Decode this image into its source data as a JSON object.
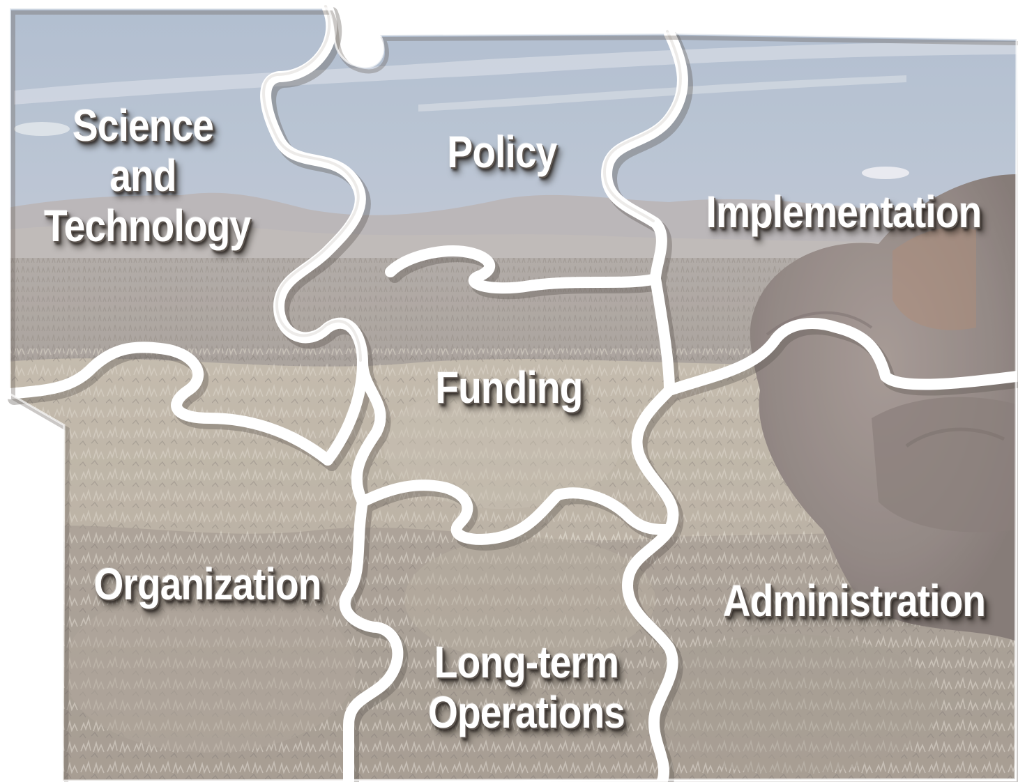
{
  "pieces": {
    "science": [
      "Science",
      "and",
      "Technology"
    ],
    "policy": "Policy",
    "implementation": "Implementation",
    "funding": "Funding",
    "organization": "Organization",
    "administration": "Administration",
    "longterm": [
      "Long-term",
      "Operations"
    ]
  },
  "colors": {
    "sky_top": "#a9b8cb",
    "sky_bottom": "#c9ced6",
    "mountains": "#b3aeb0",
    "plain": "#9e958f",
    "brush": "#b8ad9d",
    "rock": "#8a7e7b",
    "rock_highlight": "#b07a5e",
    "label_text": "#ffffff",
    "gap": "#ffffff"
  }
}
